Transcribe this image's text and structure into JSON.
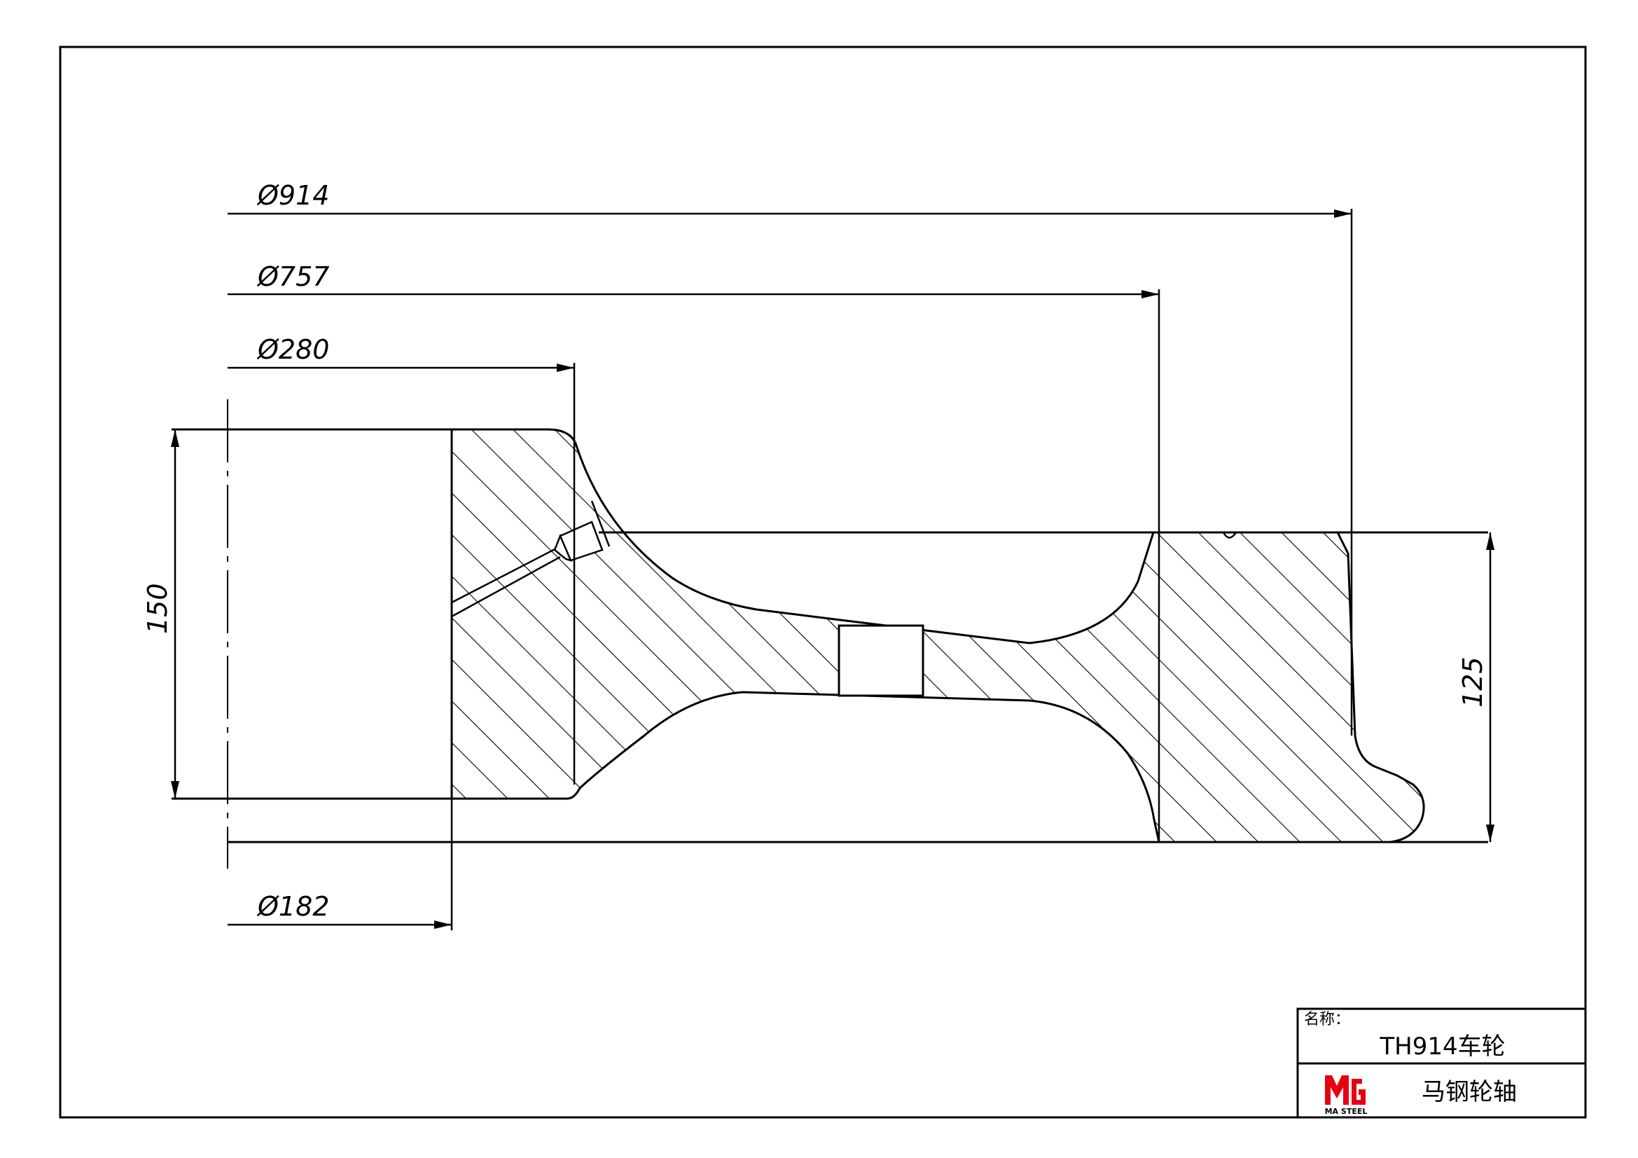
{
  "dimensions": {
    "d914": "Ø914",
    "d757": "Ø757",
    "d280": "Ø280",
    "d182": "Ø182",
    "h150": "150",
    "h125": "125"
  },
  "title_block": {
    "name_label": "名称：",
    "name_value": "TH914车轮",
    "company": "马钢轮轴",
    "logo_text": "MA STEEL",
    "logo_color": "#e60012"
  }
}
